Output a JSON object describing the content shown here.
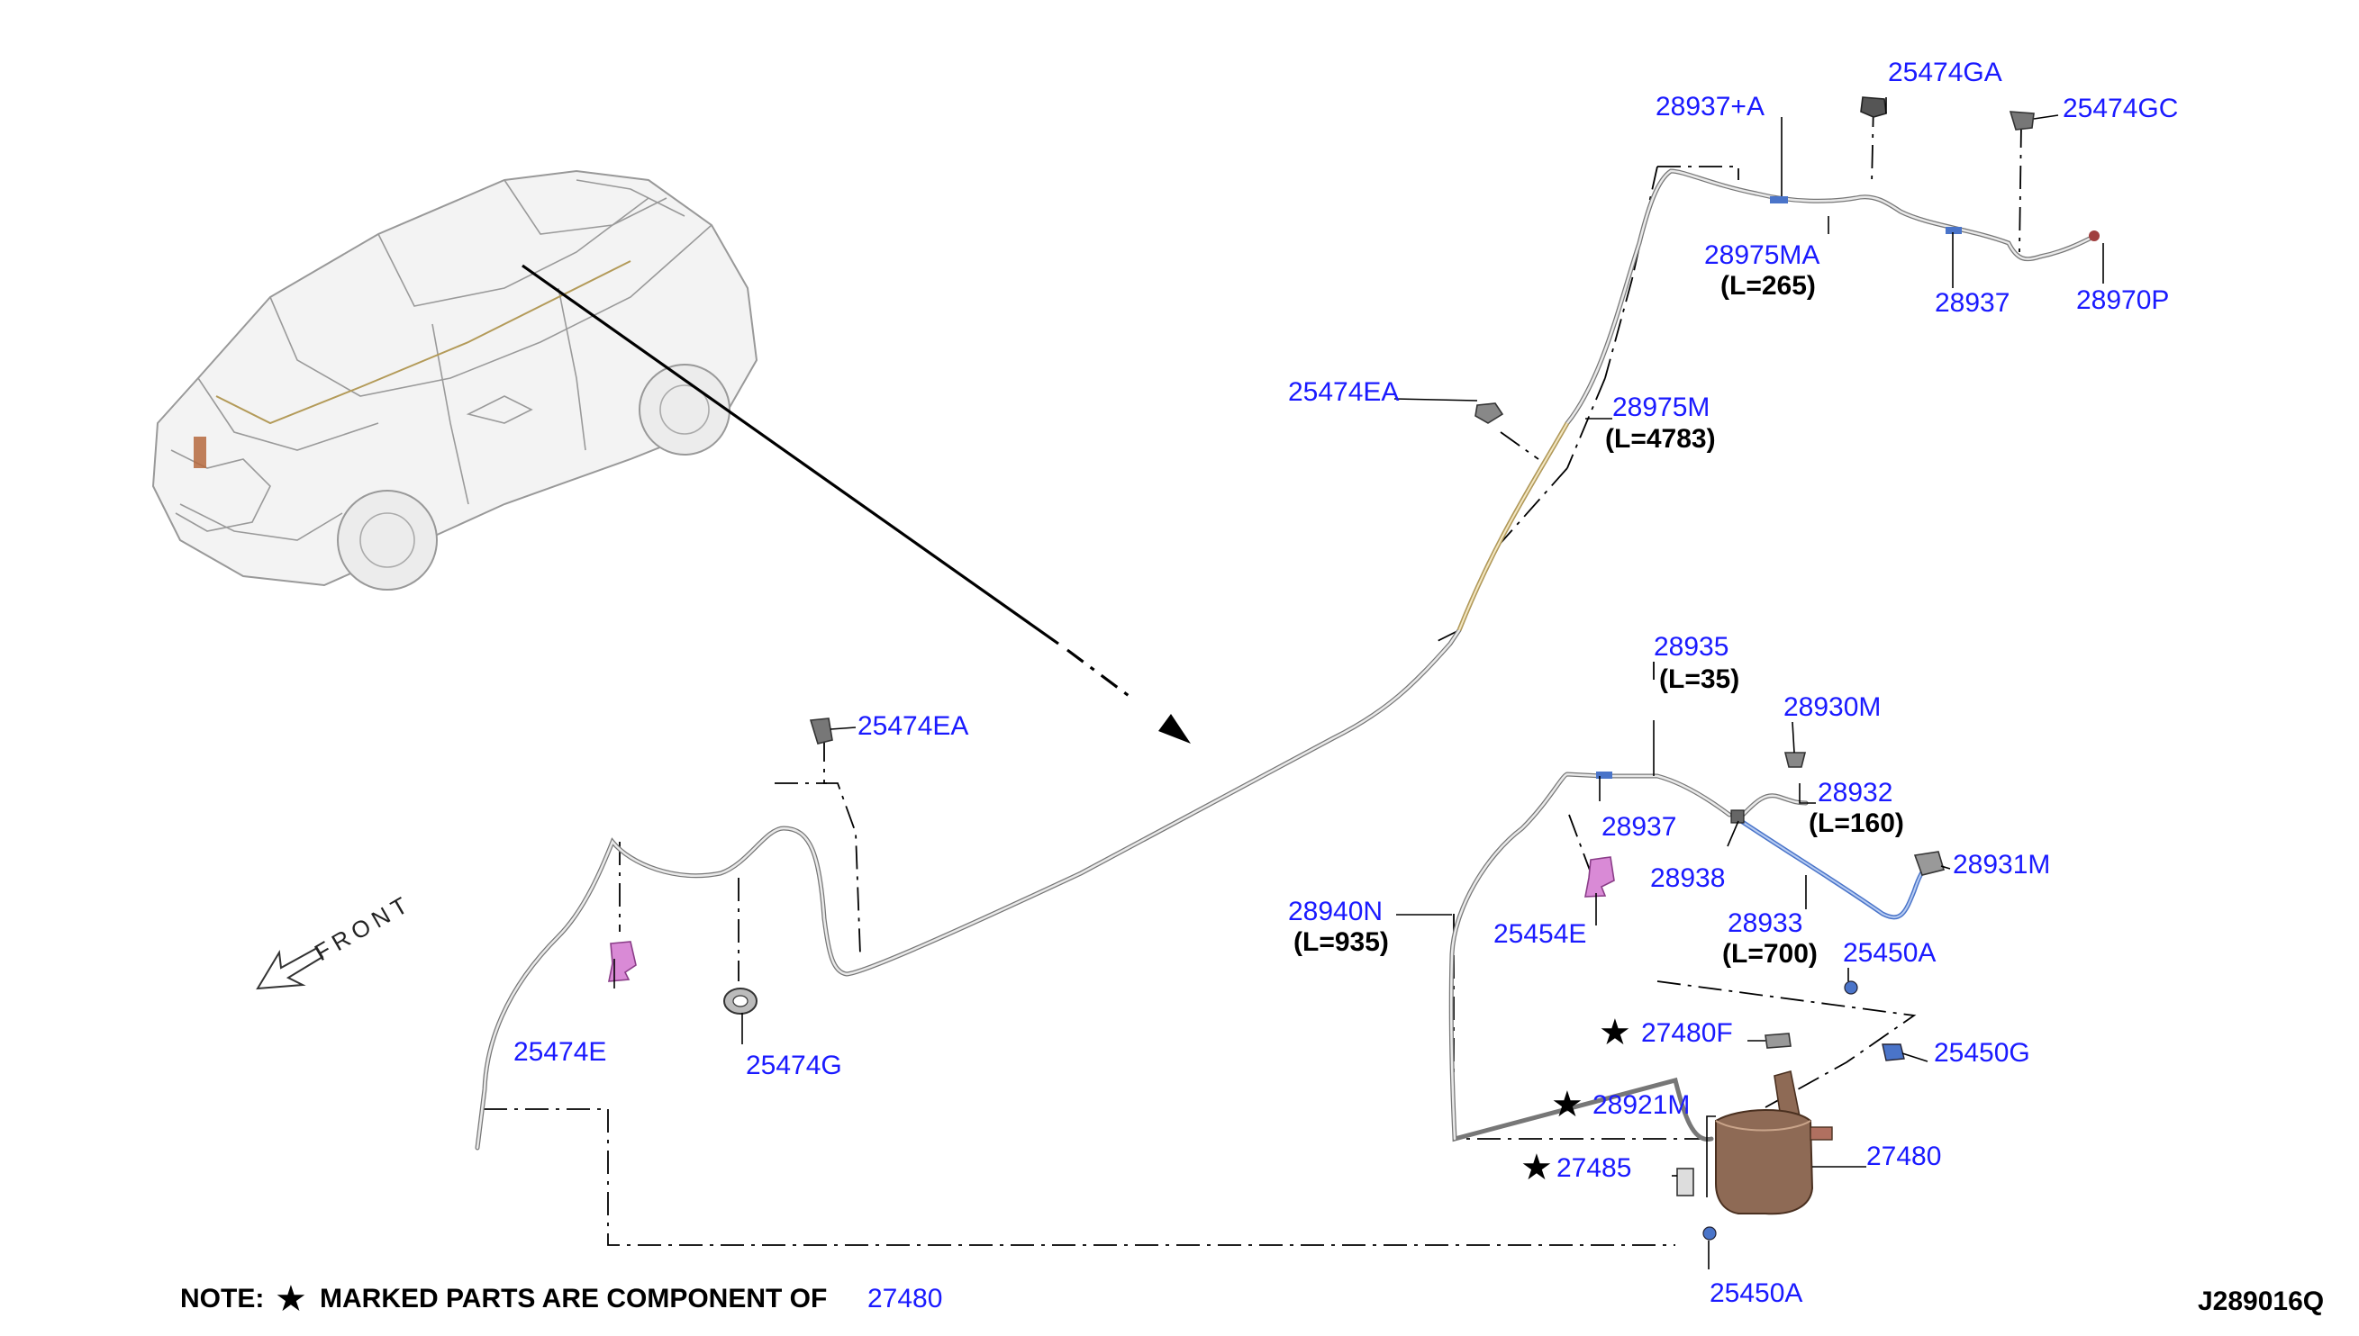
{
  "diagram_code": "J289016Q",
  "note": {
    "prefix": "NOTE:",
    "star": "★",
    "text": "MARKED PARTS ARE COMPONENT OF",
    "ref": "27480"
  },
  "front_label": "FRONT",
  "parts": {
    "p28937A": "28937+A",
    "p25474GA": "25474GA",
    "p25474GC": "25474GC",
    "p28975MA": "28975MA",
    "p28975MA_len": "(L=265)",
    "p28937_top": "28937",
    "p28970P": "28970P",
    "p25474EA_top": "25474EA",
    "p28975M": "28975M",
    "p28975M_len": "(L=4783)",
    "p25474EA_left": "25474EA",
    "p25474E": "25474E",
    "p25474G": "25474G",
    "p28935": "28935",
    "p28935_len": "(L=35)",
    "p28930M": "28930M",
    "p28932": "28932",
    "p28932_len": "(L=160)",
    "p28937_bottom": "28937",
    "p28938": "28938",
    "p28931M": "28931M",
    "p28940N": "28940N",
    "p28940N_len": "(L=935)",
    "p25454E": "25454E",
    "p28933": "28933",
    "p28933_len": "(L=700)",
    "p25450A_top": "25450A",
    "p27480F": "27480F",
    "p25450G": "25450G",
    "p28921M": "28921M",
    "p27480": "27480",
    "p27485": "27485",
    "p25450A_bottom": "25450A"
  },
  "stars": [
    "★",
    "★",
    "★"
  ],
  "colors": {
    "part_number": "#1a1aff",
    "length": "#000000",
    "bracket_pink": "#d98ad6",
    "tank": "#8e6a55",
    "hose_blue": "#4a74c9"
  }
}
